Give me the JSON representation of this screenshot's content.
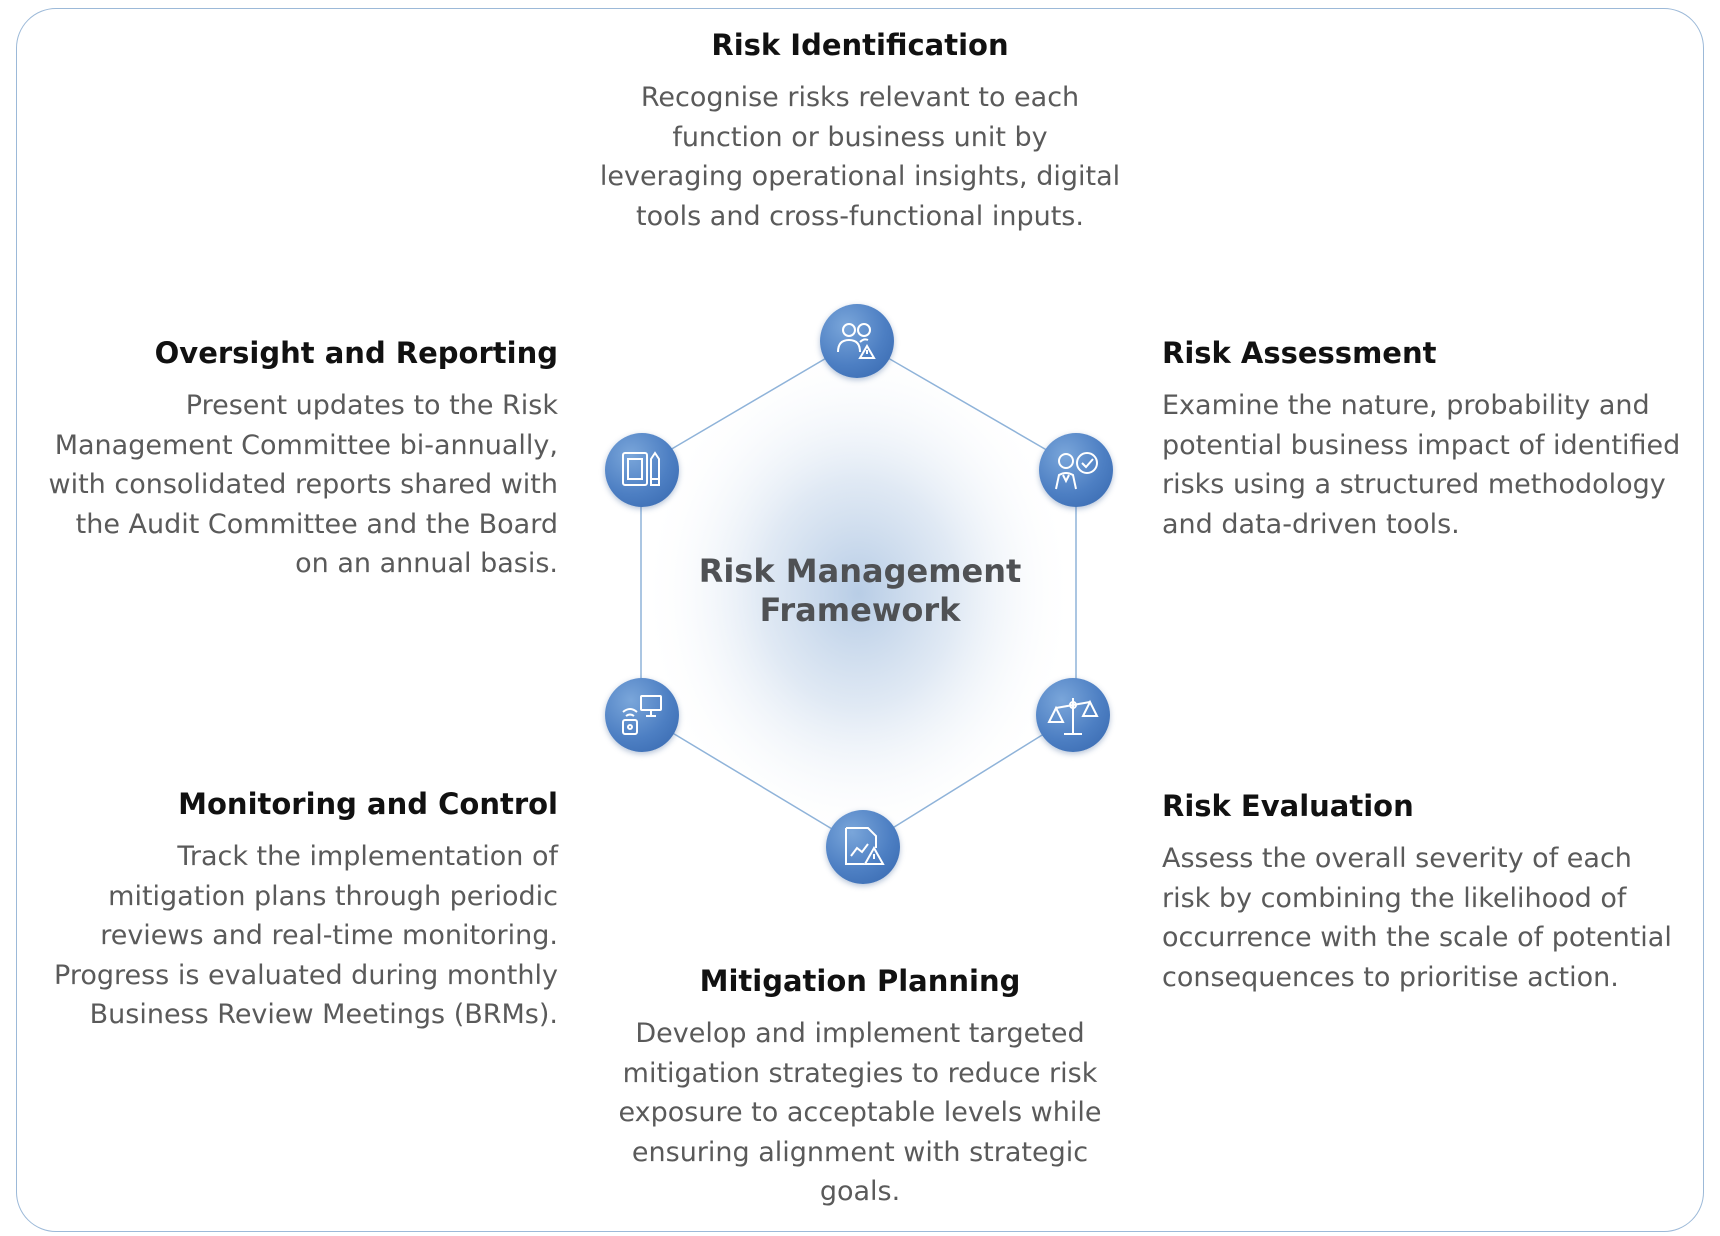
{
  "center": {
    "line1": "Risk Management",
    "line2": "Framework"
  },
  "stages": [
    {
      "id": "risk-identification",
      "title": "Risk Identification",
      "description": [
        "Recognise risks relevant to each",
        "function or business unit by",
        "leveraging operational insights, digital",
        "tools and cross-functional inputs."
      ],
      "icon": "people-warning-icon"
    },
    {
      "id": "risk-assessment",
      "title": "Risk Assessment",
      "description": [
        "Examine the nature, probability and",
        "potential business impact of identified",
        "risks using a structured methodology",
        "and data-driven tools."
      ],
      "icon": "person-check-icon"
    },
    {
      "id": "risk-evaluation",
      "title": "Risk Evaluation",
      "description": [
        "Assess the overall severity of each",
        "risk by combining the likelihood of",
        "occurrence with the scale of potential",
        "consequences to prioritise action."
      ],
      "icon": "scales-icon"
    },
    {
      "id": "mitigation-planning",
      "title": "Mitigation Planning",
      "description": [
        "Develop and implement targeted",
        "mitigation strategies to reduce risk",
        "exposure to acceptable levels while",
        "ensuring alignment with strategic",
        "goals."
      ],
      "icon": "chart-warning-icon"
    },
    {
      "id": "monitoring-and-control",
      "title": "Monitoring and Control",
      "description": [
        "Track the implementation of",
        "mitigation plans through periodic",
        "reviews and real-time monitoring.",
        "Progress is evaluated during monthly",
        "Business Review Meetings (BRMs)."
      ],
      "icon": "monitor-lock-icon"
    },
    {
      "id": "oversight-and-reporting",
      "title": "Oversight and Reporting",
      "description": [
        "Present updates to the Risk",
        "Management Committee bi-annually,",
        "with consolidated reports shared with",
        "the Audit Committee and the Board",
        "on an annual basis."
      ],
      "icon": "notebook-pen-icon"
    }
  ],
  "colors": {
    "accent": "#4d7fc3",
    "hexagon_line": "#8fb3d9",
    "frame": "#9cb9d8",
    "title": "#111111",
    "body_text": "#5a5a5a",
    "center_text": "#4f5154"
  }
}
